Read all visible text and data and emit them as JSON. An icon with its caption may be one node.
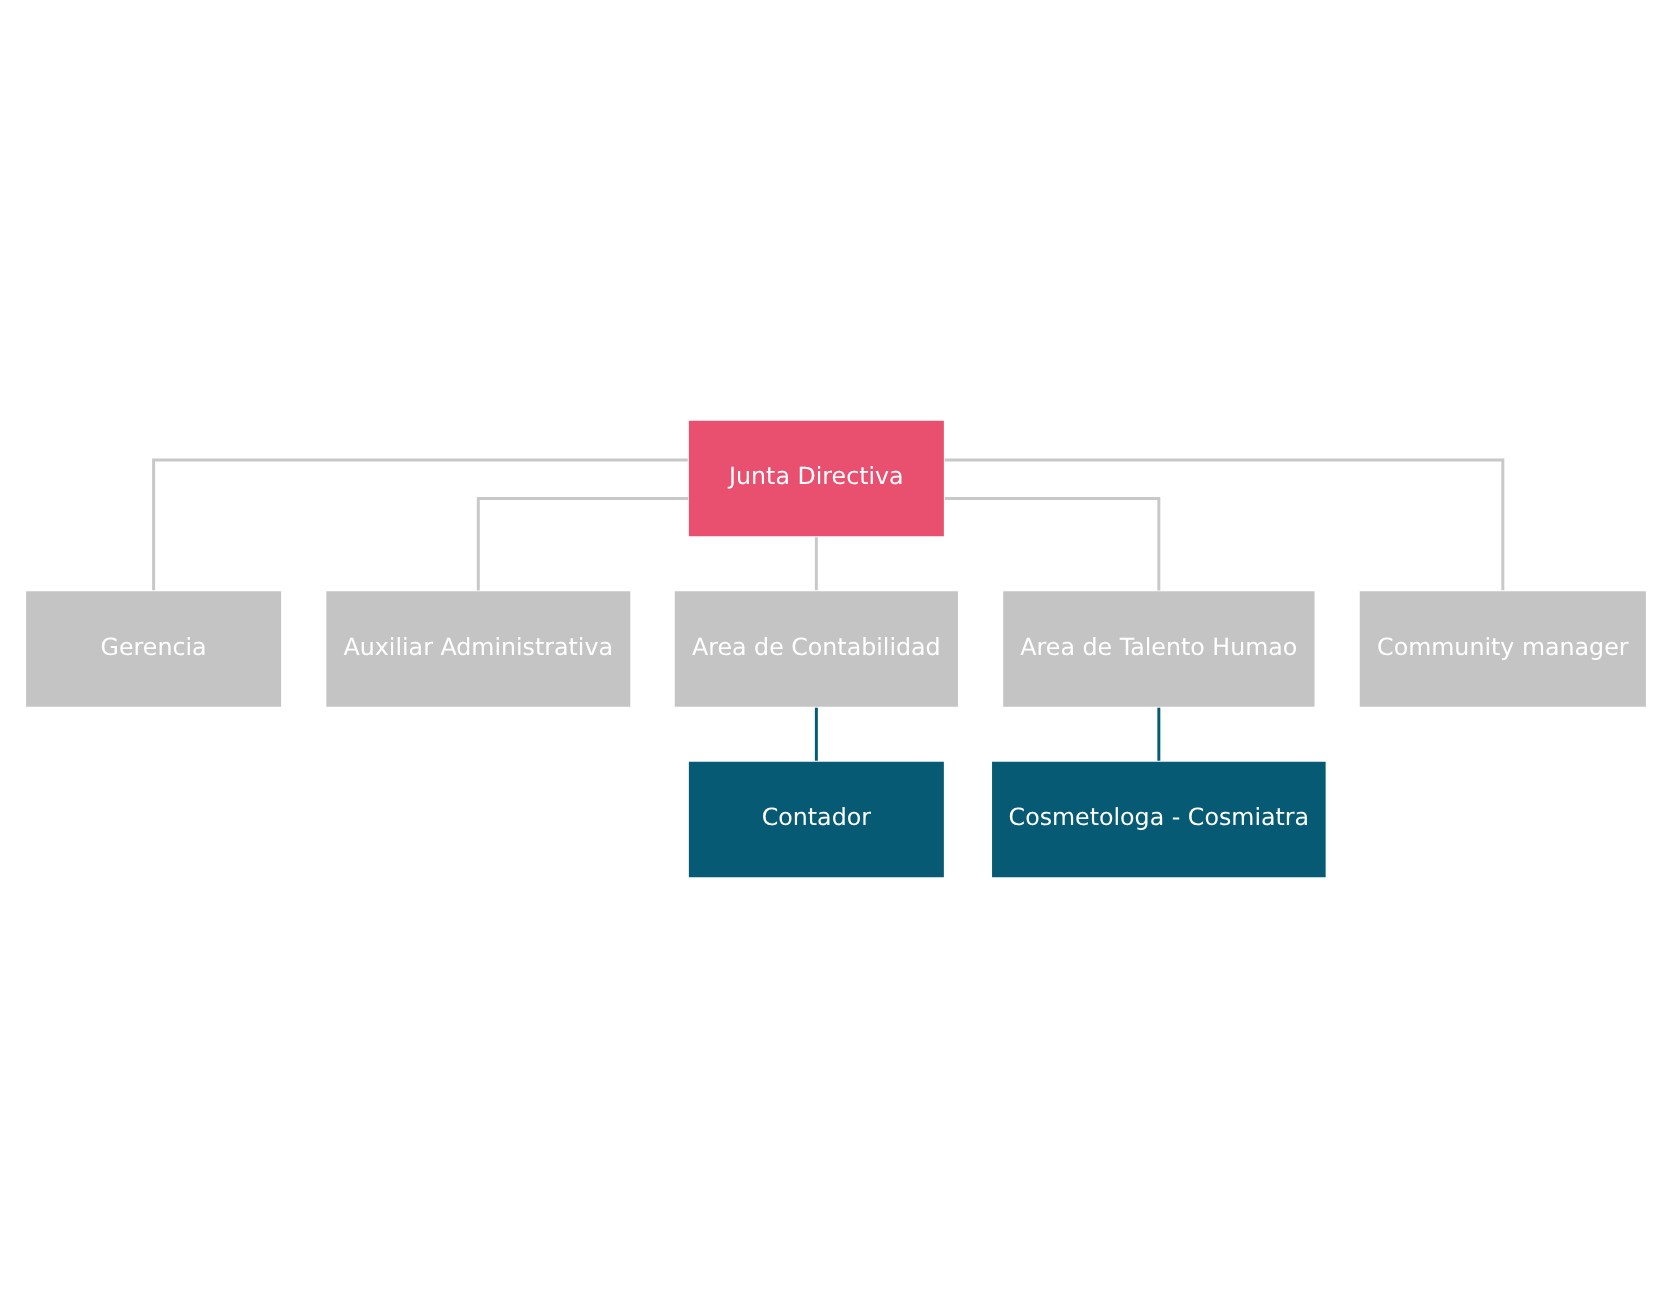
{
  "diagram": {
    "nodes": [
      {
        "text": [
          "Junta Directiva"
        ]
      },
      {
        "text": [
          "Gerencia"
        ]
      },
      {
        "text": [
          "Auxiliar Administrativa"
        ]
      },
      {
        "text": [
          "Area de Contabilidad"
        ]
      },
      {
        "text": [
          "Area de Talento Humao"
        ]
      },
      {
        "text": [
          "Community manager"
        ]
      },
      {
        "text": [
          "Contador"
        ]
      },
      {
        "text": [
          "Cosmetologa - Cosmiatra"
        ]
      }
    ],
    "edges": [
      {
        "from": 0,
        "to": 1,
        "arrow": "none"
      },
      {
        "from": 0,
        "to": 2,
        "arrow": "none"
      },
      {
        "from": 0,
        "to": 3,
        "arrow": "none"
      },
      {
        "from": 0,
        "to": 4,
        "arrow": "none"
      },
      {
        "from": 0,
        "to": 5,
        "arrow": "none"
      },
      {
        "from": 3,
        "to": 6,
        "arrow": "none",
        "color": "#065a73"
      },
      {
        "from": 4,
        "to": 7,
        "arrow": "none",
        "color": "#065a73"
      }
    ]
  }
}
